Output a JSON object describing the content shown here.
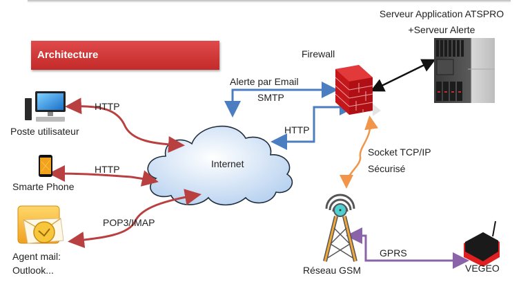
{
  "banner": {
    "title": "Architecture",
    "color": "#d03838"
  },
  "nodes": {
    "poste": {
      "label": "Poste utilisateur",
      "icon": "desktop-computer-icon"
    },
    "phone": {
      "label": "Smarte Phone",
      "icon": "smartphone-icon"
    },
    "mail": {
      "label_line1": "Agent mail:",
      "label_line2": "Outlook...",
      "icon": "outlook-icon"
    },
    "internet": {
      "label": "Internet",
      "icon": "cloud-icon"
    },
    "firewall": {
      "label": "Firewall",
      "icon": "firewall-brick-icon"
    },
    "server": {
      "label_line1": "Serveur Application ATSPRO",
      "label_line2": "+Serveur Alerte",
      "icon": "server-rack-icon"
    },
    "gsm": {
      "label": "Réseau GSM",
      "icon": "cell-tower-icon"
    },
    "vegeo": {
      "label": "VEGEO",
      "icon": "gps-tracker-device-icon"
    }
  },
  "links": [
    {
      "from": "poste",
      "to": "internet",
      "label": "HTTP",
      "color": "#b94040"
    },
    {
      "from": "phone",
      "to": "internet",
      "label": "HTTP",
      "color": "#b94040"
    },
    {
      "from": "mail",
      "to": "internet",
      "label": "POP3/IMAP",
      "color": "#b94040"
    },
    {
      "from": "internet",
      "to": "firewall",
      "label_line1": "Alerte par Email",
      "label_line2": "SMTP",
      "color": "#4a7ec0"
    },
    {
      "from": "firewall",
      "to": "internet",
      "label": "HTTP",
      "color": "#4a7ec0"
    },
    {
      "from": "firewall",
      "to": "server",
      "label": "",
      "color": "#111111"
    },
    {
      "from": "firewall",
      "to": "gsm",
      "label_line1": "Socket TCP/IP",
      "label_line2": "Sécurisé",
      "color": "#f0954a"
    },
    {
      "from": "gsm",
      "to": "vegeo",
      "label": "GPRS",
      "color": "#8a63a8"
    }
  ]
}
